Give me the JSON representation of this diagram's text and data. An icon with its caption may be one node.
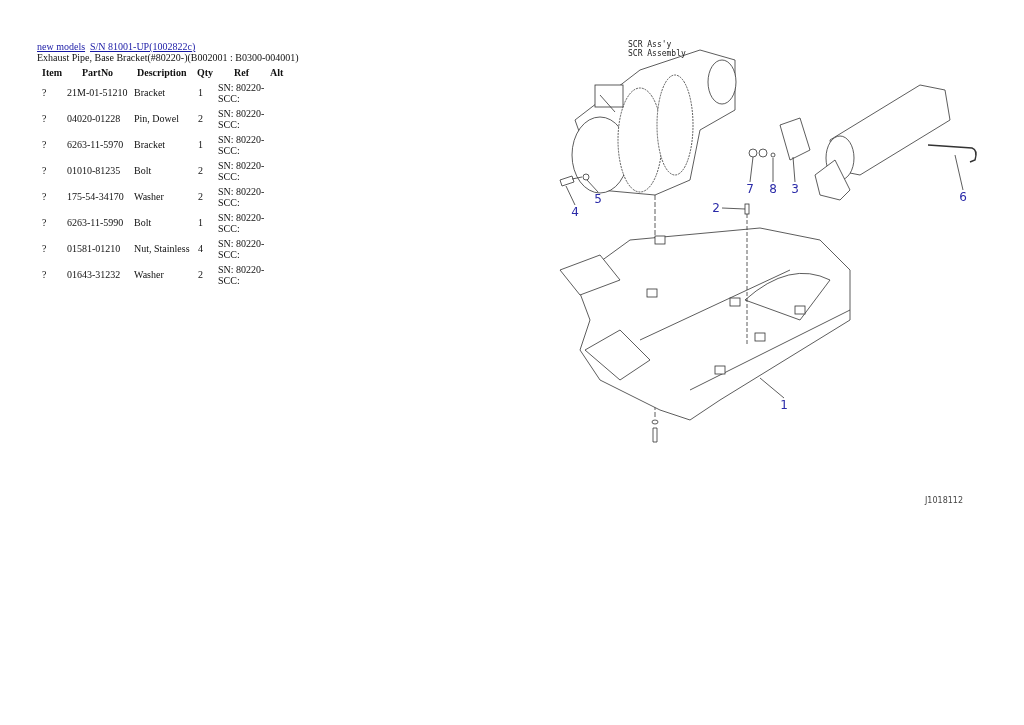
{
  "diagram": {
    "nodes": [
      {
        "text": [
          "1"
        ]
      },
      {
        "text": [
          "2"
        ]
      },
      {
        "text": [
          "3"
        ]
      },
      {
        "text": [
          "4"
        ]
      },
      {
        "text": [
          "5"
        ]
      },
      {
        "text": [
          "6"
        ]
      },
      {
        "text": [
          "7"
        ]
      },
      {
        "text": [
          "8"
        ]
      },
      {
        "text": [],
        "shape": "picture"
      },
      {
        "text": [],
        "shape": "circle"
      },
      {
        "text": [],
        "shape": "picture"
      },
      {
        "text": [],
        "shape": "box"
      },
      {
        "text": [],
        "shape": "picture"
      },
      {
        "text": [],
        "shape": "circle"
      },
      {
        "text": [],
        "shape": "picture"
      },
      {
        "text": [],
        "shape": "picture"
      }
    ],
    "edges": [
      {
        "from": 0,
        "to": 10,
        "arrow": "none"
      },
      {
        "from": 1,
        "to": 11,
        "arrow": "none"
      },
      {
        "from": 2,
        "to": 14,
        "arrow": "none"
      },
      {
        "from": 3,
        "to": 8,
        "arrow": "none"
      },
      {
        "from": 4,
        "to": 9,
        "arrow": "none"
      },
      {
        "from": 5,
        "to": 15,
        "arrow": "none"
      },
      {
        "from": 6,
        "to": 12,
        "arrow": "none"
      },
      {
        "from": 7,
        "to": 13,
        "arrow": "none"
      },
      {
        "from": 11,
        "to": 10,
        "arrow": "none",
        "style": "dashed"
      }
    ],
    "labels": [
      "new models",
      "S/N 81001-UP(1002822c)",
      "Exhaust Pipe, Base Bracket(#80220-)(B002001 : B0300-004001)",
      "Item",
      "PartNo",
      "Description",
      "Qty",
      "Ref",
      "Alt",
      "?",
      "21M-01-51210",
      "Bracket",
      "1",
      "SN: 80220-SCC:",
      "?",
      "04020-01228",
      "Pin, Dowel",
      "2",
      "SN: 80220-SCC:",
      "?",
      "6263-11-5970",
      "Bracket",
      "1",
      "SN: 80220-SCC:",
      "?",
      "01010-81235",
      "Bolt",
      "2",
      "SN: 80220-SCC:",
      "?",
      "175-54-34170",
      "Washer",
      "2",
      "SN: 80220-SCC:",
      "?",
      "6263-11-5990",
      "Bolt",
      "1",
      "SN: 80220-SCC:",
      "?",
      "01581-01210",
      "Nut, Stainless",
      "4",
      "SN: 80220-SCC:",
      "?",
      "01643-31232",
      "Washer",
      "2",
      "SN: 80220-SCC:",
      "SCR Ass'y",
      "SCR Assembly",
      "J1018112"
    ]
  }
}
